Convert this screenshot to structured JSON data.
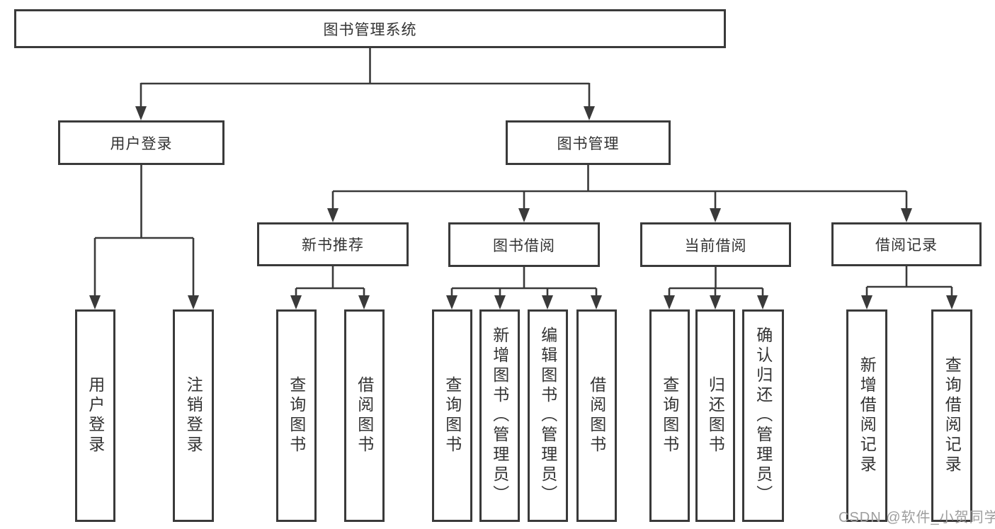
{
  "diagram": {
    "root": {
      "label": "图书管理系统"
    },
    "branches": [
      {
        "label": "用户登录",
        "children": [
          {
            "label": "用户登录"
          },
          {
            "label": "注销登录"
          }
        ]
      },
      {
        "label": "图书管理",
        "children": [
          {
            "label": "新书推荐",
            "children": [
              {
                "label": "查询图书"
              },
              {
                "label": "借阅图书"
              }
            ]
          },
          {
            "label": "图书借阅",
            "children": [
              {
                "label": "查询图书"
              },
              {
                "label": "新增图书（管理员）"
              },
              {
                "label": "编辑图书（管理员）"
              },
              {
                "label": "借阅图书"
              }
            ]
          },
          {
            "label": "当前借阅",
            "children": [
              {
                "label": "查询图书"
              },
              {
                "label": "归还图书"
              },
              {
                "label": "确认归还（管理员）"
              }
            ]
          },
          {
            "label": "借阅记录",
            "children": [
              {
                "label": "新增借阅记录"
              },
              {
                "label": "查询借阅记录"
              }
            ]
          }
        ]
      }
    ]
  },
  "watermark": {
    "text": "CSDN @软件_小贺同学"
  },
  "colors": {
    "line": "#3a3a3a",
    "text": "#333333",
    "watermark": "#9e9e9e",
    "background": "#ffffff"
  }
}
